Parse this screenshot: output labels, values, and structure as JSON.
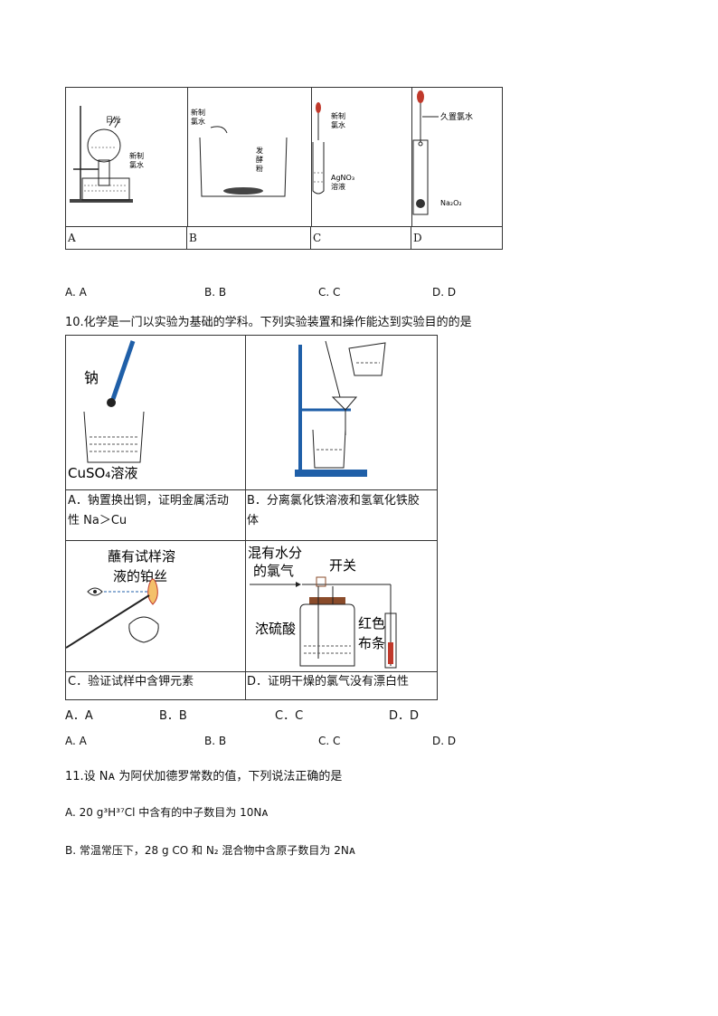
{
  "q9": {
    "labels": {
      "a": "A",
      "b": "B",
      "c": "C",
      "d": "D"
    },
    "diagram_a": {
      "sunlight": "日光",
      "water_line1": "新制",
      "water_line2": "氯水"
    },
    "diagram_b": {
      "water_line1": "新制",
      "water_line2": "氯水",
      "powder_1": "发",
      "powder_2": "酵",
      "powder_3": "粉"
    },
    "diagram_c": {
      "water_line1": "新制",
      "water_line2": "氯水",
      "solution_line1": "AgNO₃",
      "solution_line2": "溶液"
    },
    "diagram_d": {
      "water": "久置氯水",
      "reagent": "Na₂O₂"
    },
    "options": {
      "a": "A. A",
      "b": "B. B",
      "c": "C. C",
      "d": "D. D"
    }
  },
  "q10": {
    "question": "10.化学是一门以实验为基础的学科。下列实验装置和操作能达到实验目的的是",
    "cell_a": {
      "sodium": "钠",
      "solution": "CuSO₄溶液",
      "caption_line1": "A．钠置换出铜，证明金属活动",
      "caption_line2": "性 Na＞Cu"
    },
    "cell_b": {
      "caption_line1": "B．分离氯化铁溶液和氢氧化铁胶",
      "caption_line2": "体"
    },
    "cell_c": {
      "label_line1": "蘸有试样溶",
      "label_line2": "液的铂丝",
      "caption": "C．验证试样中含钾元素"
    },
    "cell_d": {
      "gas_line1": "混有水分",
      "gas_line2": "的氯气",
      "switch": "开关",
      "acid": "浓硫酸",
      "cloth_line1": "红色",
      "cloth_line2": "布条",
      "caption": "D．证明干燥的氯气没有漂白性"
    },
    "options_inner": {
      "a": "A．A",
      "b": "B．B",
      "c": "C．C",
      "d": "D．D"
    },
    "options": {
      "a": "A. A",
      "b": "B. B",
      "c": "C. C",
      "d": "D. D"
    }
  },
  "q11": {
    "question": "11.设 Nᴀ 为阿伏加德罗常数的值，下列说法正确的是",
    "option_a": "A.  20 g³H³⁷Cl 中含有的中子数目为 10Nᴀ",
    "option_b": "B. 常温常压下，28 g CO 和 N₂ 混合物中含原子数目为 2Nᴀ"
  }
}
